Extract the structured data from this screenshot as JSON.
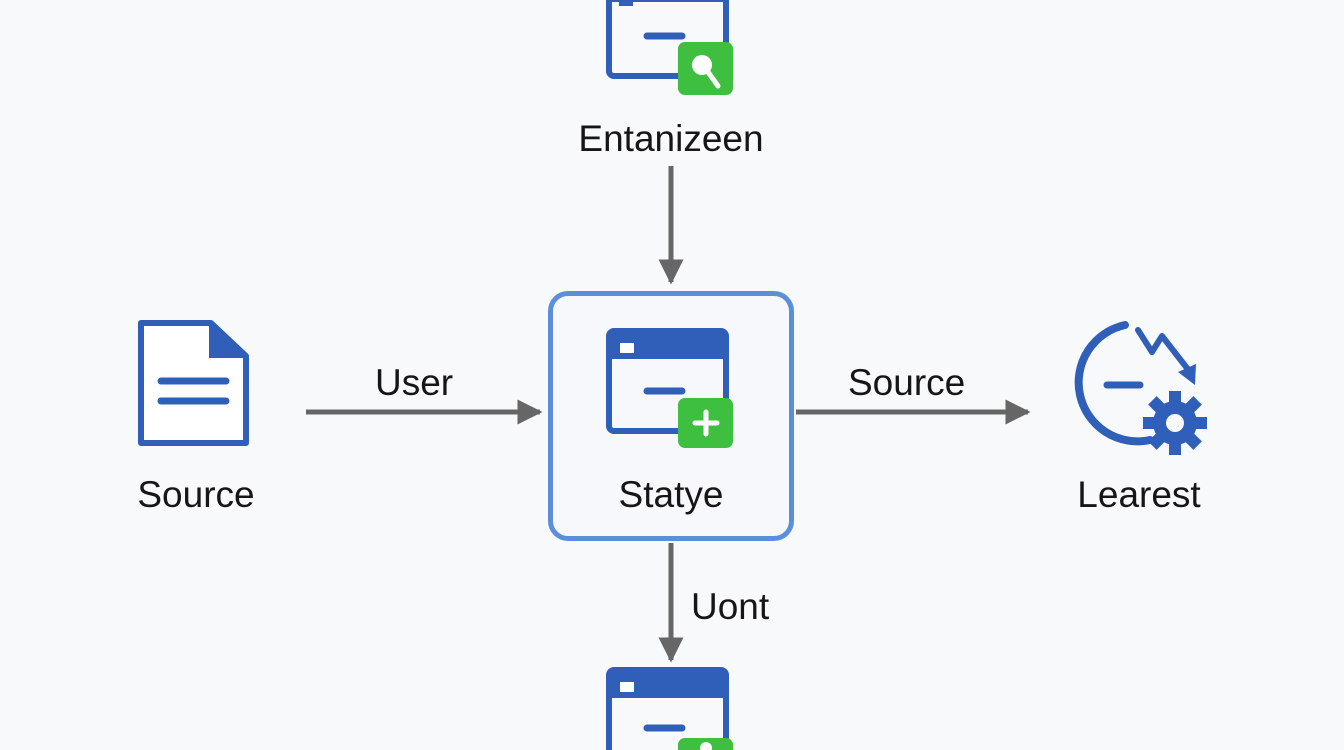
{
  "colors": {
    "icon_blue": "#2f5fb8",
    "accent_green": "#3fbf3f",
    "node_border": "#5b8fd9",
    "arrow_gray": "#666666",
    "text": "#161616"
  },
  "nodes": {
    "top": {
      "label": "Entanizeen",
      "icon": "window-search-icon"
    },
    "left": {
      "label": "Source",
      "icon": "document-icon"
    },
    "center": {
      "label": "Statye",
      "icon": "window-add-icon"
    },
    "right": {
      "label": "Learest",
      "icon": "clock-gear-icon"
    },
    "bottom": {
      "icon": "window-settings-icon"
    }
  },
  "edges": {
    "left_to_center": "User",
    "center_to_right": "Source",
    "center_to_bottom": "Uont"
  }
}
